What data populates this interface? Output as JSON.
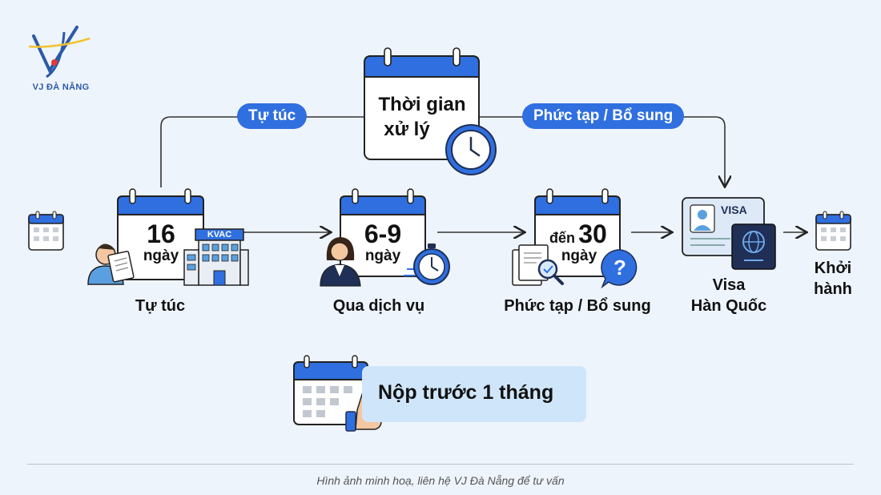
{
  "logo": {
    "text": "VJ ĐÀ NẴNG"
  },
  "center": {
    "title_line1": "Thời gian",
    "title_line2": "xử lý"
  },
  "branches": {
    "left_pill": "Tự túc",
    "right_pill": "Phức tạp / Bổ sung"
  },
  "steps": [
    {
      "number": "16",
      "unit": "ngày",
      "label": "Tự túc",
      "building_sign": "KVAC"
    },
    {
      "number": "6-9",
      "unit": "ngày",
      "label": "Qua dịch vụ"
    },
    {
      "prefix": "đến",
      "number": "30",
      "unit": "ngày",
      "label": "Phức tạp / Bổ sung"
    }
  ],
  "visa": {
    "card_text": "VISA",
    "label_line1": "Visa",
    "label_line2": "Hàn Quốc"
  },
  "depart": {
    "label_line1": "Khởi",
    "label_line2": "hành"
  },
  "reminder": {
    "text": "Nộp trước 1 tháng"
  },
  "footer": {
    "caption": "Hình ảnh minh hoạ, liên hệ VJ Đà Nẵng để tư vấn"
  },
  "colors": {
    "primary_blue": "#2f6fe0",
    "dark_navy": "#1f2f55",
    "background": "#eef4fb",
    "light_blue_box": "#cfe6fa"
  }
}
